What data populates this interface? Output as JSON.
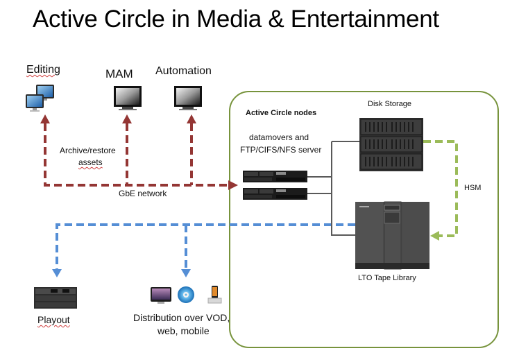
{
  "title": "Active Circle in Media & Entertainment",
  "clients": {
    "editing": "Editing",
    "mam": "MAM",
    "automation": "Automation"
  },
  "network": {
    "archive_label_line1": "Archive/restore",
    "archive_label_line2": "assets",
    "gbe_label": "GbE network",
    "line_color": "#943634"
  },
  "cluster": {
    "nodes_title": "Active Circle nodes",
    "nodes_desc_line1": "datamovers and",
    "nodes_desc_line2": "FTP/CIFS/NFS  server",
    "disk_storage": "Disk Storage",
    "tape_library": "LTO Tape Library",
    "hsm_label": "HSM",
    "border_color": "#77933c",
    "hsm_color": "#9bbb59"
  },
  "outputs": {
    "playout": "Playout",
    "distribution_line1": "Distribution over VOD,",
    "distribution_line2": "web, mobile",
    "line_color": "#558ed5"
  }
}
